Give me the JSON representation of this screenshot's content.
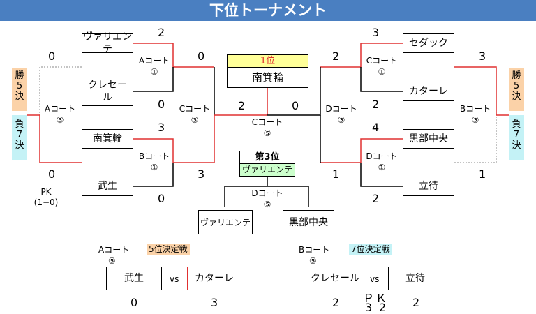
{
  "title": "下位トーナメント",
  "colors": {
    "banner": "#4a7fc1",
    "win_line": "#e03030",
    "orange": "#fbd2a8",
    "cyan": "#c4f2f6",
    "yellow": "#ffff99",
    "green": "#ccffcc"
  },
  "left": {
    "side_win": "勝\n5\n決",
    "side_lose": "負\n7\n決",
    "teams": [
      "ヴァリエンテ",
      "クレセール",
      "南箕輪",
      "武生"
    ],
    "scores": {
      "t1": "2",
      "t2": "0",
      "t3": "3",
      "t4": "0",
      "semi_top": "0",
      "semi_bottom": "3",
      "outer_top": "0",
      "outer_bottom": "0"
    },
    "court_a1": {
      "name": "Aコート",
      "num": "①"
    },
    "court_b1": {
      "name": "Bコート",
      "num": "①"
    },
    "court_c3": {
      "name": "Cコート",
      "num": "③"
    },
    "court_a3": {
      "name": "Aコート",
      "num": "③"
    },
    "pk": "PK\n(1−0)"
  },
  "right": {
    "side_win": "勝\n5\n決",
    "side_lose": "負\n7\n決",
    "teams": [
      "セダック",
      "カターレ",
      "黒部中央",
      "立待"
    ],
    "scores": {
      "t1": "3",
      "t2": "2",
      "t3": "4",
      "t4": "2",
      "semi_top": "2",
      "semi_bottom": "1",
      "outer_top": "3",
      "outer_bottom": "1"
    },
    "court_c1": {
      "name": "Cコート",
      "num": "①"
    },
    "court_d1": {
      "name": "Dコート",
      "num": "①"
    },
    "court_d3": {
      "name": "Dコート",
      "num": "③"
    },
    "court_b3": {
      "name": "Bコート",
      "num": "③"
    }
  },
  "final": {
    "rank_label": "1位",
    "winner": "南箕輪",
    "score_left": "2",
    "score_right": "0",
    "court": {
      "name": "Cコート",
      "num": "⑤"
    }
  },
  "third": {
    "rank_label": "第3位",
    "winner": "ヴァリエンテ",
    "court": {
      "name": "Dコート",
      "num": "⑤"
    },
    "teams": [
      "ヴァリエンテ",
      "黒部中央"
    ]
  },
  "fifth": {
    "court": "Aコート",
    "num": "⑤",
    "label": "5位決定戦",
    "team_left": "武生",
    "team_right": "カターレ",
    "vs": "vs",
    "score_left": "0",
    "score_right": "3"
  },
  "seventh": {
    "court": "Bコート",
    "num": "⑤",
    "label": "7位決定戦",
    "team_left": "クレセール",
    "team_right": "立待",
    "vs": "vs",
    "score_left": "2",
    "score_right": "2",
    "pk_label": "ＰＫ",
    "pk_left": "3",
    "pk_right": "2"
  }
}
